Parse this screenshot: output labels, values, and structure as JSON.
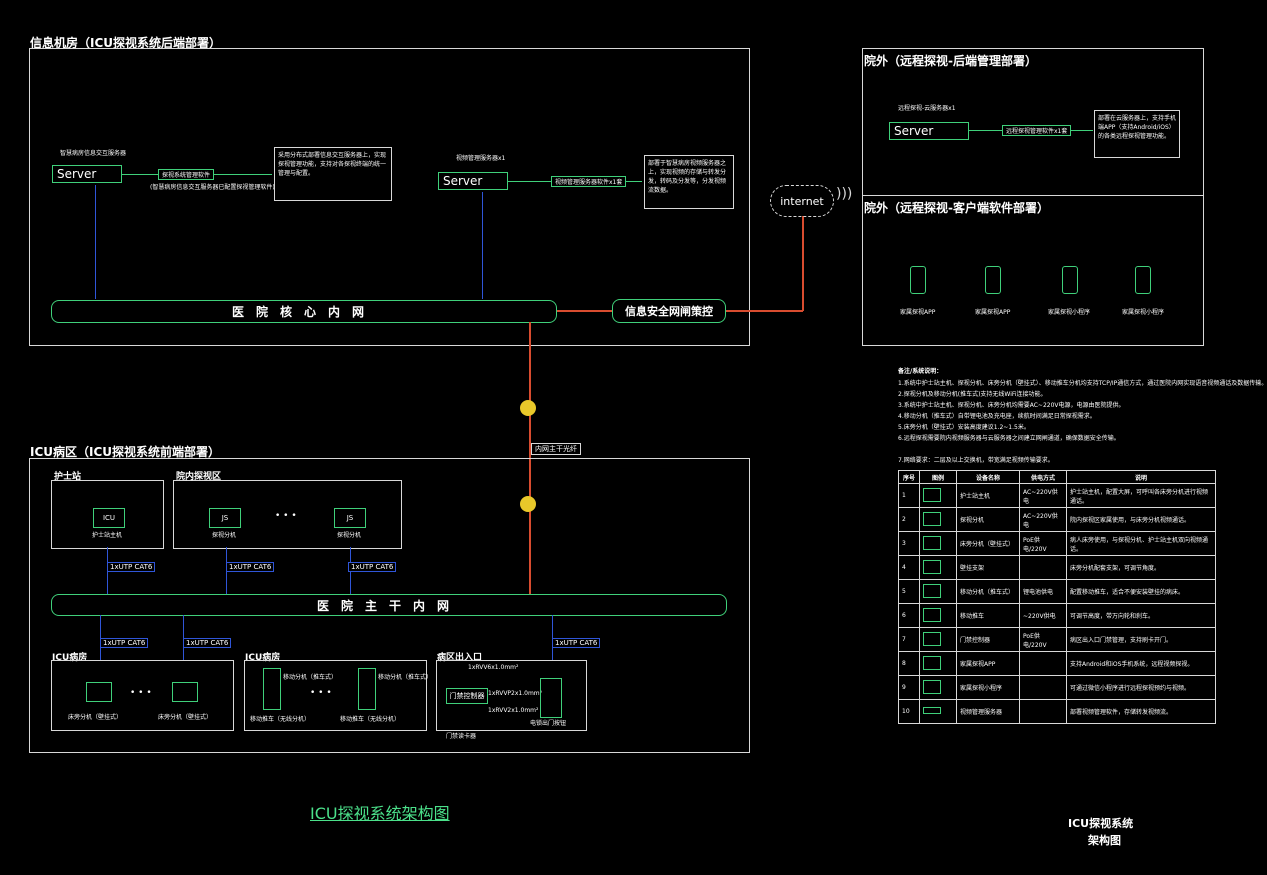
{
  "colors": {
    "frame": "#d8d8d8",
    "network": "#3fd07a",
    "cable": "#2f55d8",
    "fiber": "#d84c2f",
    "accent": "#e03a3a",
    "bg": "#000000"
  },
  "datacenter": {
    "title": "信息机房（ICU探视系统后端部署）",
    "server1_caption": "智慧病房信息交互服务器",
    "server_label": "Server",
    "server1_link": "探视系统管理软件",
    "server1_link_sub": "(智慧病房信息交互服务器已配置探视管理软件)",
    "server1_desc": "采用分布式部署信息交互服务器上，实现探视管理功能，支持对各探视终端的统一管理与配置。",
    "server2_caption": "视频管理服务器x1",
    "server2_link": "视频管理服务器软件x1套",
    "server2_desc": "部署于智慧病房视频服务器之上，实现视频的存储与转发分发，转码及分发等，分发视频流数据。",
    "core_lan": "医院核心内网",
    "gateway": "信息安全网闸策控"
  },
  "internet_label": "internet",
  "remote_backend": {
    "title": "院外（远程探视-后端管理部署）",
    "server_caption": "远程探视-云服务器x1",
    "server_label": "Server",
    "link": "远程探视管理软件x1套",
    "desc": "部署在云服务器上，支持手机端APP（支持Android/iOS）的各类远程探视管理功能。"
  },
  "remote_client": {
    "title": "院外（远程探视-客户端软件部署）",
    "phones": [
      "家属探视APP",
      "家属探视APP",
      "家属探视小程序",
      "家属探视小程序"
    ]
  },
  "icu_area": {
    "title": "ICU病区（ICU探视系统前端部署）",
    "fiber_label": "内网主干光纤",
    "nurse_station": "护士站",
    "nurse_device": "ICU",
    "nurse_device_caption": "护士站主机",
    "visit_area": "院内探视区",
    "visit_device_caption": "探视分机",
    "dots": "• • •",
    "backbone": "医院主干内网",
    "cable_labels": [
      "1xUTP CAT6",
      "1xUTP CAT6",
      "1xUTP CAT6",
      "1xUTP CAT6",
      "1xUTP CAT6",
      "1xUTP CAT6"
    ],
    "ward1": "ICU病房",
    "ward1_device": "床旁分机（壁挂式）",
    "ward1_caption": "床旁分机（壁挂式）",
    "ward2": "ICU病房",
    "ward2_device": "移动分机（推车式）",
    "ward2_caption": "移动推车（无线分机）",
    "entrance": "病区出入口",
    "entrance_cable1": "1xRVV6x1.0mm²",
    "entrance_cable2": "1xRVVP2x1.0mm²",
    "entrance_cable3": "1xRVV2x1.0mm²",
    "door_controller": "门禁控制器",
    "door_caption": "电锁出门按钮",
    "exit_button": "门禁读卡器"
  },
  "notes": {
    "heading": "备注/系统说明：",
    "lines": [
      "1.系统中护士站主机、探视分机、床旁分机（壁挂式）、移动推车分机均支持TCP/IP通信方式，通过医院内网实现语音视频通话及数据传输。",
      "2.探视分机及移动分机(推车式)支持无线WiFi连接功能。",
      "3.系统中护士站主机、探视分机、床旁分机均需要AC~220V电源，电源由医院提供。",
      "4.移动分机（推车式）自带锂电池及充电座，续航时间满足日常探视需求。",
      "5.床旁分机（壁挂式）安装高度建议1.2~1.5米。",
      "6.远程探视需要院内视频服务器与云服务器之间建立网闸通道，确保数据安全传输。",
      "7.网络要求：二层及以上交换机，带宽满足视频传输要求。"
    ]
  },
  "legend": {
    "headers": [
      "序号",
      "图例",
      "设备名称",
      "供电方式",
      "说明"
    ],
    "rows": [
      [
        "1",
        "护士站主机",
        "AC~220V供电",
        "护士站主机，配置大屏，可呼叫各床旁分机进行视频通话。"
      ],
      [
        "2",
        "探视分机",
        "AC~220V供电",
        "院内探视区家属使用，与床旁分机视频通话。"
      ],
      [
        "3",
        "床旁分机（壁挂式）",
        "PoE供电/220V",
        "病人床旁使用，与探视分机、护士站主机双向视频通话。"
      ],
      [
        "4",
        "壁挂支架",
        "",
        "床旁分机配套支架，可调节角度。"
      ],
      [
        "5",
        "移动分机（推车式）",
        "锂电池供电",
        "配置移动推车，适合不便安装壁挂的病床。"
      ],
      [
        "6",
        "移动推车",
        "~220V供电",
        "可调节高度，带万向轮和刹车。"
      ],
      [
        "7",
        "门禁控制器",
        "PoE供电/220V",
        "病区出入口门禁管理，支持刷卡开门。"
      ],
      [
        "8",
        "家属探视APP",
        "",
        "支持Android和iOS手机系统，远程视频探视。"
      ],
      [
        "9",
        "家属探视小程序",
        "",
        "可通过微信小程序进行远程探视预约与视频。"
      ],
      [
        "10",
        "视频管理服务器",
        "",
        "部署视频管理软件，存储转发视频流。"
      ]
    ]
  },
  "footer": {
    "main_title": "ICU探视系统架构图",
    "corner_line1": "ICU探视系统",
    "corner_line2": "架构图"
  }
}
